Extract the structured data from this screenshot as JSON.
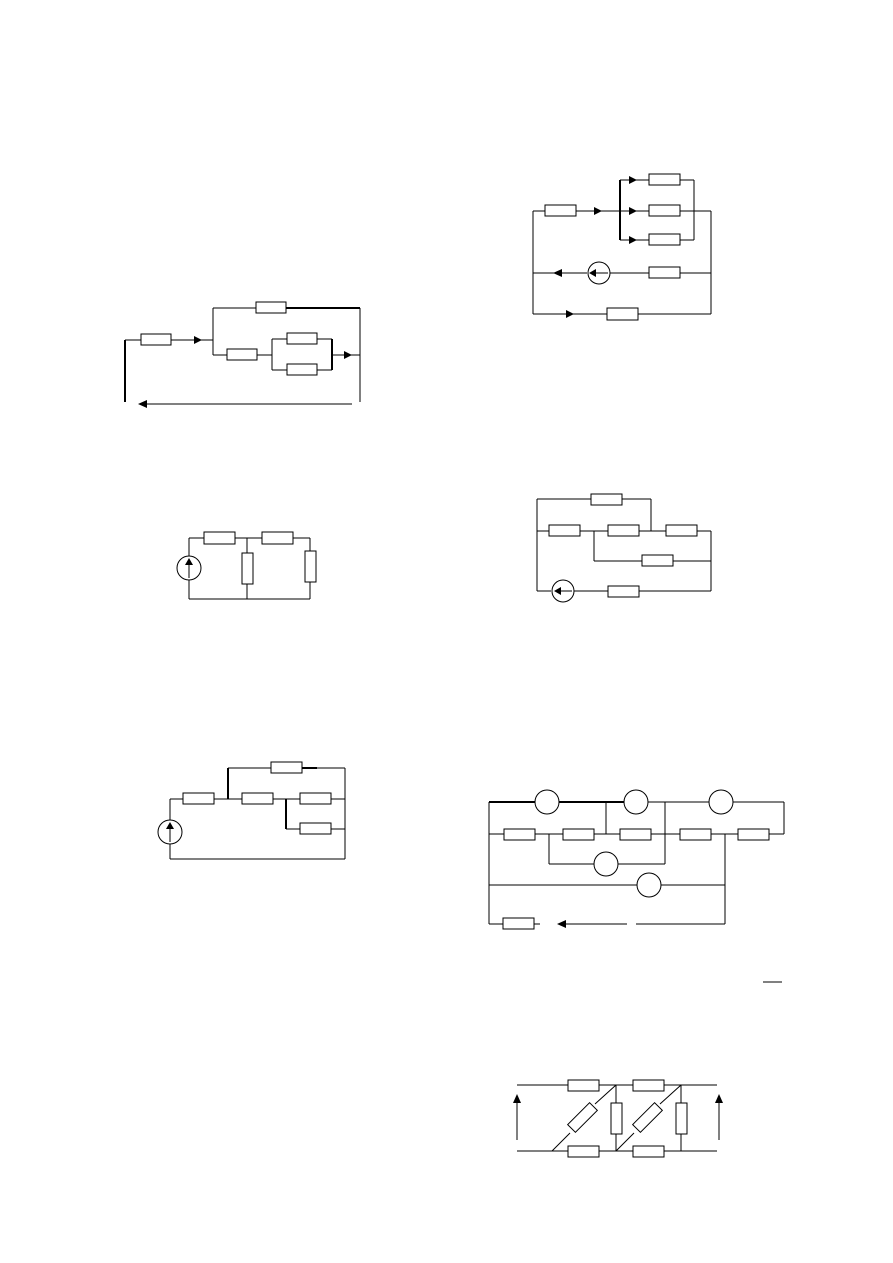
{
  "page": {
    "description_text": "",
    "circuits": [
      {
        "id": "circuit-1",
        "kind": "series-parallel with current arrows"
      },
      {
        "id": "circuit-2",
        "kind": "three parallel branches with source"
      },
      {
        "id": "circuit-3",
        "kind": "source with T network"
      },
      {
        "id": "circuit-4",
        "kind": "mixed network with source"
      },
      {
        "id": "circuit-5",
        "kind": "source with ladder network"
      },
      {
        "id": "circuit-6",
        "kind": "network with multiple sources"
      },
      {
        "id": "circuit-7",
        "kind": "bridge lattice with diagonal resistors"
      }
    ]
  }
}
